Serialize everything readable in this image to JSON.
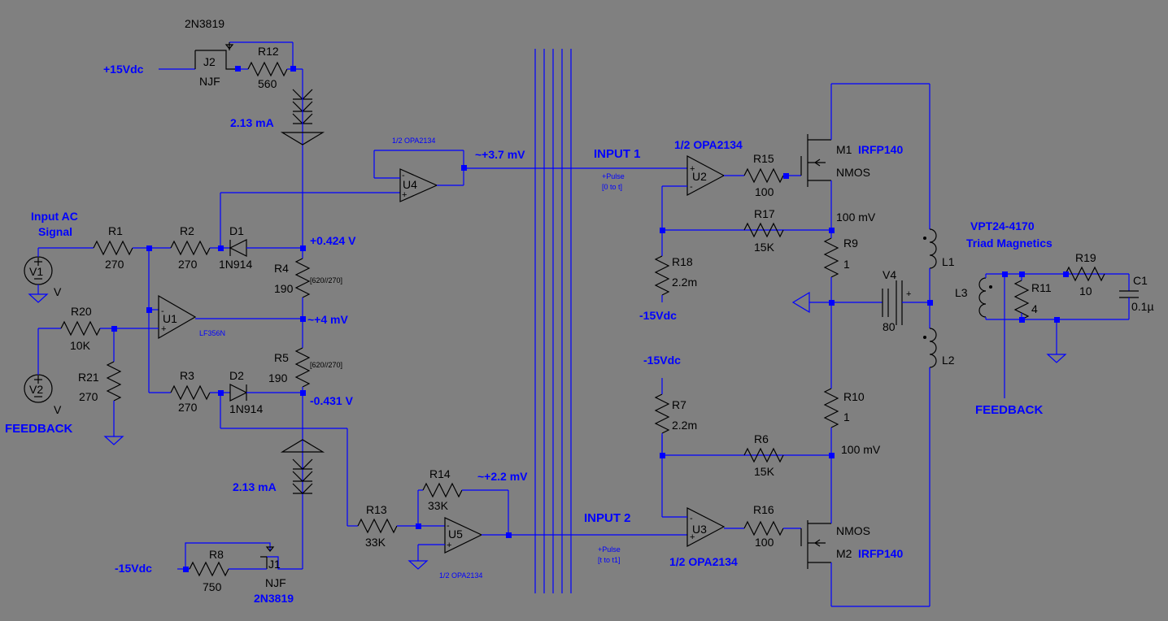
{
  "colors": {
    "background": "#808080",
    "wire": "#0000ff",
    "component": "#000000"
  },
  "components": {
    "j2": {
      "name": "J2",
      "type": "NJF",
      "model": "2N3819"
    },
    "r12": {
      "name": "R12",
      "value": "560"
    },
    "j1": {
      "name": "J1",
      "type": "NJF",
      "model": "2N3819"
    },
    "r8": {
      "name": "R8",
      "value": "750"
    },
    "v1": {
      "name": "V1",
      "unit": "V"
    },
    "v2": {
      "name": "V2",
      "unit": "V"
    },
    "r1": {
      "name": "R1",
      "value": "270"
    },
    "r2": {
      "name": "R2",
      "value": "270"
    },
    "r3": {
      "name": "R3",
      "value": "270"
    },
    "r20": {
      "name": "R20",
      "value": "10K"
    },
    "r21": {
      "name": "R21",
      "value": "270"
    },
    "d1": {
      "name": "D1",
      "model": "1N914"
    },
    "d2": {
      "name": "D2",
      "model": "1N914"
    },
    "r4": {
      "name": "R4",
      "value": "190",
      "note": "[620//270]"
    },
    "r5": {
      "name": "R5",
      "value": "190",
      "note": "[620//270]"
    },
    "u1": {
      "name": "U1",
      "model": "LF356N"
    },
    "u4": {
      "name": "U4",
      "model": "1/2 OPA2134"
    },
    "u5": {
      "name": "U5",
      "model": "1/2 OPA2134"
    },
    "r13": {
      "name": "R13",
      "value": "33K"
    },
    "r14": {
      "name": "R14",
      "value": "33K"
    },
    "u2": {
      "name": "U2",
      "model": "1/2 OPA2134"
    },
    "u3": {
      "name": "U3",
      "model": "1/2 OPA2134"
    },
    "r15": {
      "name": "R15",
      "value": "100"
    },
    "r16": {
      "name": "R16",
      "value": "100"
    },
    "r17": {
      "name": "R17",
      "value": "15K"
    },
    "r6": {
      "name": "R6",
      "value": "15K"
    },
    "r18": {
      "name": "R18",
      "value": "2.2m"
    },
    "r7": {
      "name": "R7",
      "value": "2.2m"
    },
    "m1": {
      "name": "M1",
      "model": "IRFP140",
      "type": "NMOS"
    },
    "m2": {
      "name": "M2",
      "model": "IRFP140",
      "type": "NMOS"
    },
    "r9": {
      "name": "R9",
      "value": "1"
    },
    "r10": {
      "name": "R10",
      "value": "1"
    },
    "v4": {
      "name": "V4",
      "value": "80"
    },
    "l1": {
      "name": "L1"
    },
    "l2": {
      "name": "L2"
    },
    "l3": {
      "name": "L3"
    },
    "r11": {
      "name": "R11",
      "value": "4"
    },
    "r19": {
      "name": "R19",
      "value": "10"
    },
    "c1": {
      "name": "C1",
      "value": "0.1µ"
    }
  },
  "labels": {
    "plus15": "+15Vdc",
    "minus15_a": "-15Vdc",
    "minus15_b": "-15Vdc",
    "minus15_c": "-15Vdc",
    "input_ac": "Input AC",
    "signal": "Signal",
    "feedback_left": "FEEDBACK",
    "feedback_right": "FEEDBACK",
    "input1": "INPUT 1",
    "input2": "INPUT 2",
    "pulse1_a": "+Pulse",
    "pulse1_b": "[0 to t]",
    "pulse2_a": "+Pulse",
    "pulse2_b": "[t to t1]",
    "transformer_a": "VPT24-4170",
    "transformer_b": "Triad Magnetics",
    "u2_label": "1/2 OPA2134",
    "u3_label": "1/2 OPA2134"
  },
  "measurements": {
    "i_top": "2.13 mA",
    "i_bottom": "2.13 mA",
    "v_plus": "+0.424 V",
    "v_mid": "~+4 mV",
    "v_minus": "-0.431 V",
    "v_u4": "~+3.7 mV",
    "v_u5": "~+2.2 mV",
    "v_r9": "100 mV",
    "v_r10": "100 mV"
  }
}
